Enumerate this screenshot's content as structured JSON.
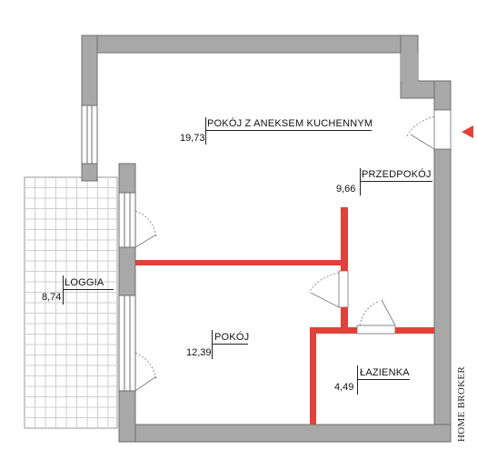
{
  "rooms": [
    {
      "key": "living",
      "name": "POKÓJ Z ANEKSEM KUCHENNYM",
      "area": "19,73"
    },
    {
      "key": "hall",
      "name": "PRZEDPOKÓJ",
      "area": "9,66"
    },
    {
      "key": "loggia",
      "name": "LOGGIA",
      "area": "8,74"
    },
    {
      "key": "room",
      "name": "POKÓJ",
      "area": "12,39"
    },
    {
      "key": "bath",
      "name": "ŁAZIENKA",
      "area": "4,49"
    }
  ],
  "brand": "HOME BROKER",
  "colors": {
    "wall": "#a8a8a8",
    "wall_outline": "#6e6e6e",
    "partition": "#e0413b",
    "entrance_marker": "#e0413b",
    "loggia_grid": "#c8c8c8"
  }
}
